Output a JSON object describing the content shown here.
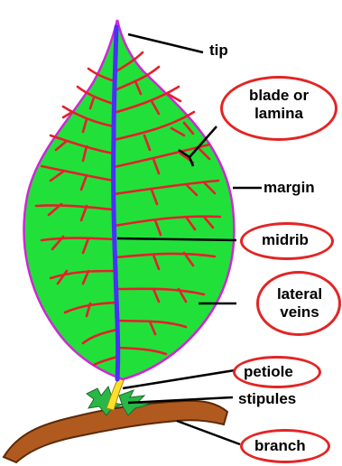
{
  "colors": {
    "leaf_fill": "#22e03a",
    "leaf_outline": "#d026d6",
    "midrib": "#4a2fff",
    "lateral_veins": "#e61e2c",
    "petiole": "#ffe02a",
    "stipules": "#29b847",
    "branch": "#b15a1f",
    "branch_outline": "#5a2a08",
    "highlight_ring": "#e32424",
    "leader_line": "#000000"
  },
  "labels": {
    "tip": "tip",
    "blade_line1": "blade or",
    "blade_line2": "lamina",
    "margin": "margin",
    "midrib": "midrib",
    "lateral_line1": "lateral",
    "lateral_line2": "veins",
    "petiole": "petiole",
    "stipules": "stipules",
    "branch": "branch"
  },
  "highlighted": [
    "blade or lamina",
    "midrib",
    "lateral veins",
    "petiole",
    "branch"
  ]
}
